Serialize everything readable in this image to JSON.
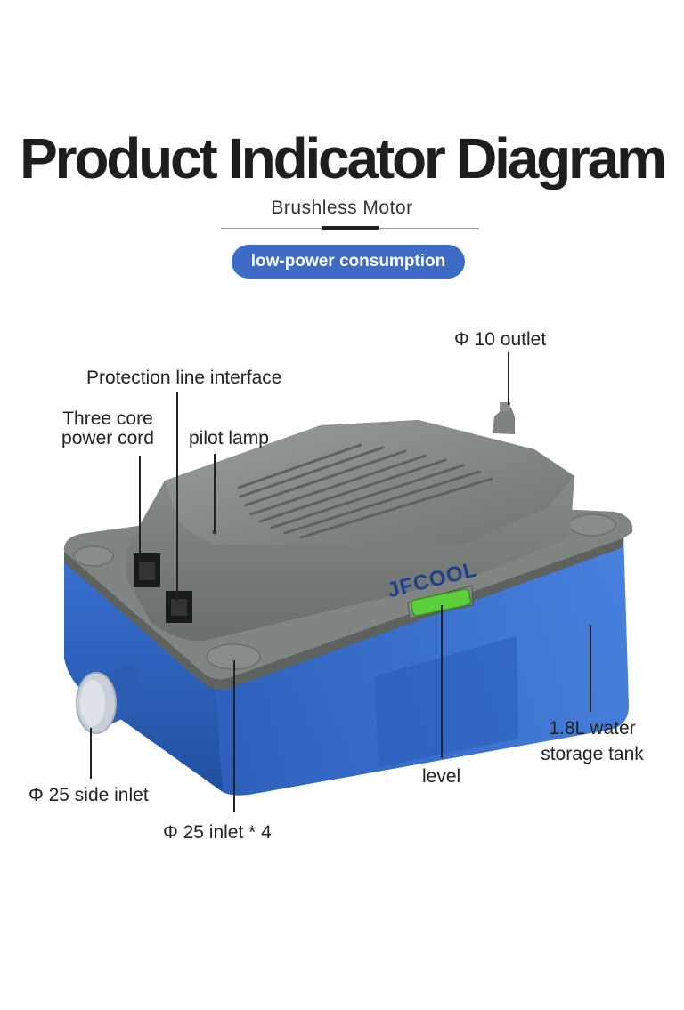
{
  "title": "Product Indicator Diagram",
  "subtitle": "Brushless Motor",
  "badge": "low-power consumption",
  "brand": "JFCOOL",
  "callouts": {
    "outlet": "Φ 10 outlet",
    "protection": "Protection line interface",
    "power_cord_line1": "Three core",
    "power_cord_line2": "power cord",
    "pilot_lamp": "pilot lamp",
    "tank_line1": "1.8L water",
    "tank_line2": "storage tank",
    "level": "level",
    "side_inlet": "Φ 25 side inlet",
    "inlet": "Φ 25 inlet * 4"
  },
  "colors": {
    "tank_blue": "#3569c4",
    "cover_gray": "#7a7f7c",
    "level_green": "#5ccf3c",
    "accent": "#3e6bc5"
  }
}
